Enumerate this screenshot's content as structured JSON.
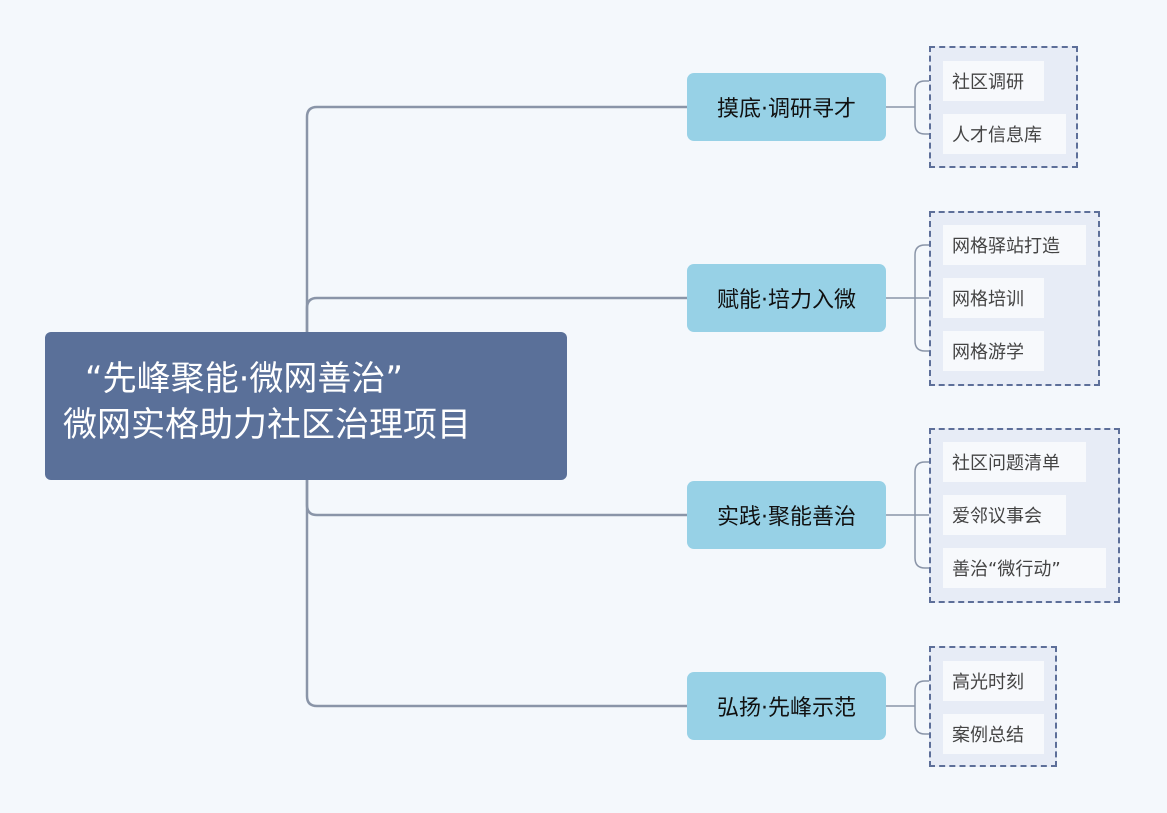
{
  "root": {
    "line1": "“先峰聚能·微网善治”",
    "line2": "微网实格助力社区治理项目"
  },
  "branches": [
    {
      "label": "摸底·调研寻才",
      "children": [
        "社区调研",
        "人才信息库"
      ]
    },
    {
      "label": "赋能·培力入微",
      "children": [
        "网格驿站打造",
        "网格培训",
        "网格游学"
      ]
    },
    {
      "label": "实践·聚能善治",
      "children": [
        "社区问题清单",
        "爱邻议事会",
        "善治“微行动”"
      ]
    },
    {
      "label": "弘扬·先峰示范",
      "children": [
        "高光时刻",
        "案例总结"
      ]
    }
  ],
  "colors": {
    "root": "#5a7099",
    "branch": "#97d1e6",
    "group_border": "#5d6f99",
    "group_bg": "#e7ecf6",
    "line": "#8a95a8"
  }
}
